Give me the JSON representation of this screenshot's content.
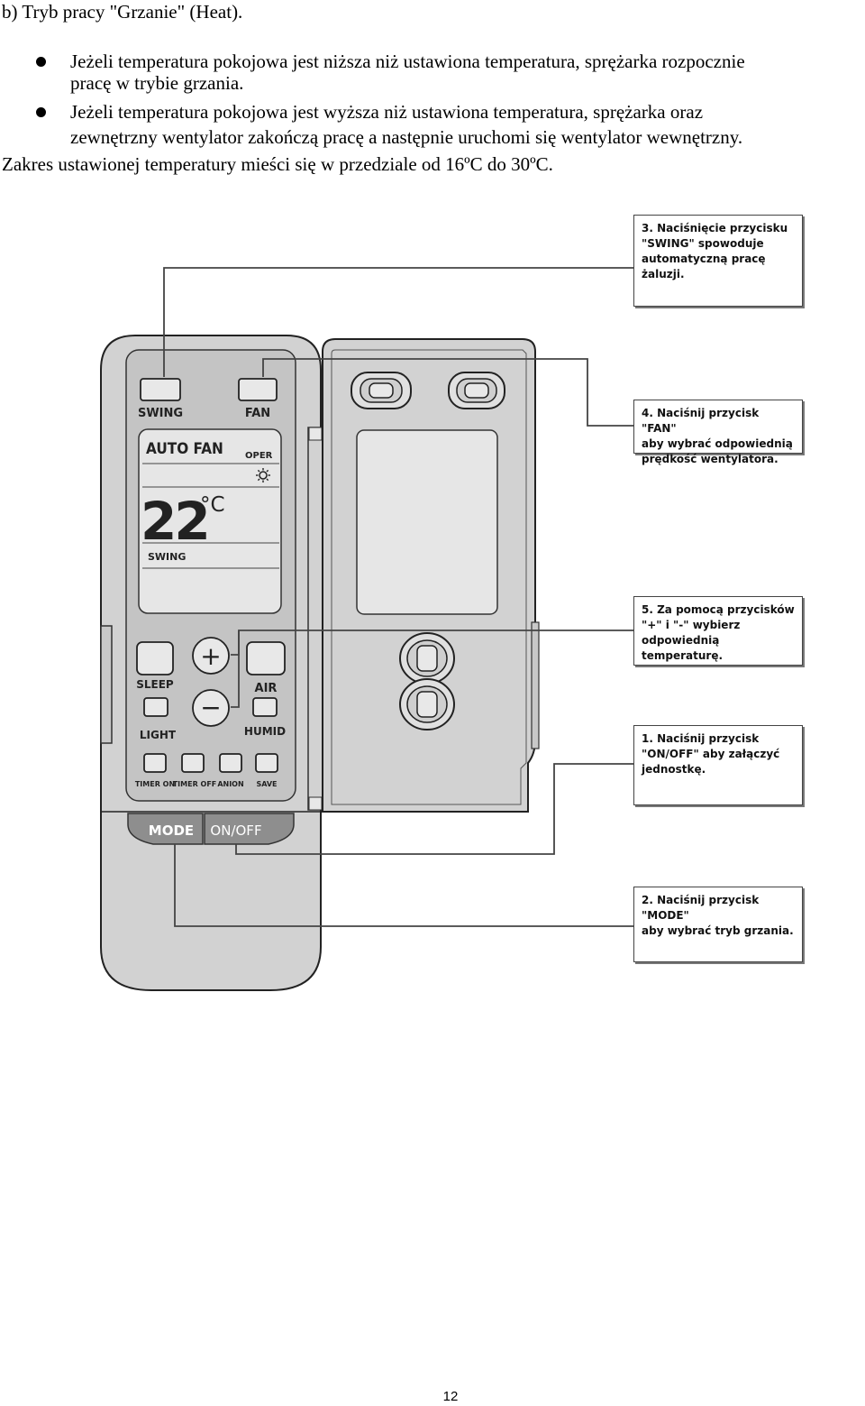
{
  "section_heading": "b) Tryb pracy \"Grzanie\" (Heat).",
  "bullets": [
    {
      "line1": "Jeżeli temperatura pokojowa jest niższa niż ustawiona temperatura, sprężarka rozpocznie",
      "line2": "pracę w trybie grzania."
    },
    {
      "line1": "Jeżeli temperatura pokojowa jest wyższa niż ustawiona temperatura, sprężarka oraz",
      "line2": "zewnętrzny wentylator zakończą pracę a następnie uruchomi się wentylator wewnętrzny."
    }
  ],
  "temperature_range_note": "Zakres ustawionej temperatury mieści się w przedziale od 16ºC do 30ºC.",
  "remote": {
    "buttons": {
      "swing": "SWING",
      "fan": "FAN",
      "sleep": "SLEEP",
      "air": "AIR",
      "light": "LIGHT",
      "humid": "HUMID",
      "timer_on": "TIMER ON",
      "timer_off": "TIMER OFF",
      "anion": "ANION",
      "save": "SAVE",
      "mode": "MODE",
      "on_off": "ON/OFF",
      "plus": "+",
      "minus": "−"
    },
    "display": {
      "fan_mode": "AUTO FAN",
      "oper_label": "OPER",
      "temperature": "22",
      "unit": "°C",
      "swing_indicator": "SWING",
      "mode_icon": "sun-icon"
    }
  },
  "callouts": {
    "swing": "3. Naciśnięcie przycisku\n\"SWING\" spowoduje\nautomatyczną pracę żaluzji.",
    "fan": "4. Naciśnij przycisk \"FAN\"\naby wybrać odpowiednią\nprędkość wentylatora.",
    "temperature": "5. Za pomocą przycisków\n\"+\" i \"-\" wybierz\nodpowiednią temperaturę.",
    "on_off": "1. Naciśnij przycisk\n\"ON/OFF\" aby załączyć\njednostkę.",
    "mode": "2. Naciśnij przycisk \"MODE\"\naby wybrać tryb grzania."
  },
  "page_number": "12"
}
